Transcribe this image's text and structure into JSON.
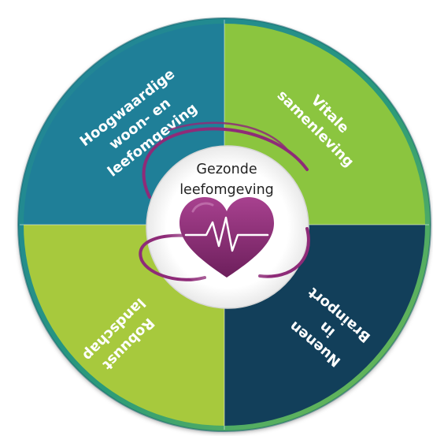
{
  "center": {
    "line1": "Gezonde",
    "line2": "leefomgeving"
  },
  "quadrants": {
    "top_left": {
      "lines": [
        "Hoogwaardige",
        "woon- en",
        "leefomgeving"
      ],
      "color": "#1f7f98"
    },
    "top_right": {
      "lines": [
        "Vitale",
        "samenleving"
      ],
      "color": "#8bc53f"
    },
    "bottom_right": {
      "lines": [
        "Nuenen",
        "in",
        "Brainport"
      ],
      "color": "#123f5a"
    },
    "bottom_left": {
      "lines": [
        "Robuust",
        "landschap"
      ],
      "color": "#a7c93d"
    }
  },
  "colors": {
    "ring_outer": "#1e8f8a",
    "ring_inner": "#5aaf4a",
    "heart": "#8e2b78",
    "swirl": "#8e2b78"
  },
  "icons": [
    "heart-icon",
    "heartbeat-line-icon"
  ]
}
